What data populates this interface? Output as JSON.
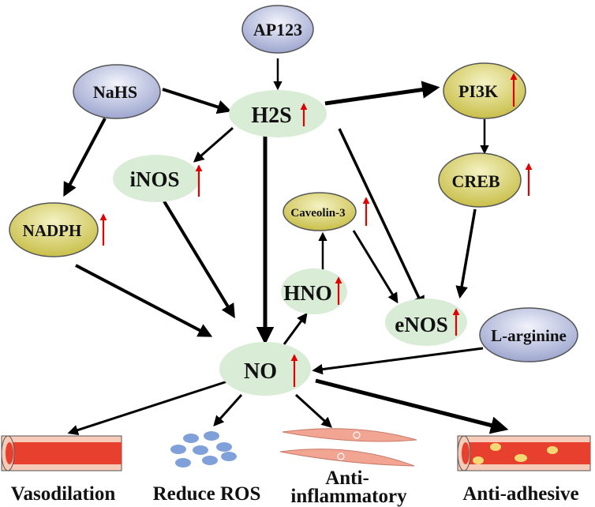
{
  "nodes": {
    "ap123": "AP123",
    "nahs": "NaHS",
    "h2s": "H2S",
    "pi3k": "PI3K",
    "inos": "iNOS",
    "creb": "CREB",
    "nadph": "NADPH",
    "caveolin3": "Caveolin-3",
    "hno": "HNO",
    "enos": "eNOS",
    "larginine": "L-arginine",
    "no": "NO"
  },
  "outcomes": {
    "vasodilation": "Vasodilation",
    "reduce_ros": "Reduce ROS",
    "anti_inflammatory_line1": "Anti-",
    "anti_inflammatory_line2": "inflammatory",
    "anti_adhesive": "Anti-adhesive"
  },
  "colors": {
    "green_node": "#d9ecd6",
    "yellow_node": "#e3df8a",
    "blue_node": "#ccd2ea",
    "up_arrow": "#e00000",
    "vessel_wall": "#e8402e",
    "vessel_lumen": "#f6cbb8",
    "ros_dots": "#7fa0d8",
    "muscle_cell": "#f2a593",
    "adhesion_dots": "#f3d873"
  }
}
